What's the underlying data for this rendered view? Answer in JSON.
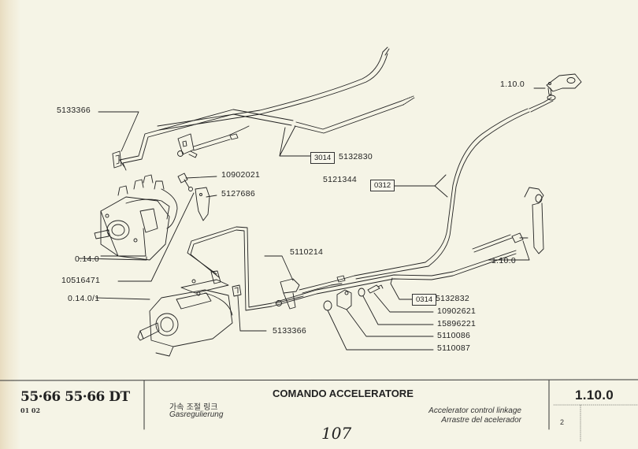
{
  "document": {
    "type": "parts-catalog-page",
    "background_color": "#f5f4e6",
    "ink_color": "#1a1a1a"
  },
  "callouts": {
    "c_5133366_top": "5133366",
    "c_10902021": "10902021",
    "c_5127686": "5127686",
    "c_0140": "0.14.0",
    "c_10516471": "10516471",
    "c_01401": "0.14.0/1",
    "c_5133366_bottom": "5133366",
    "c_5110214": "5110214",
    "c_5132830": "5132830",
    "c_5121344": "5121344",
    "c_1100_top": "1.10.0",
    "c_1100_pedal": "1.10.0",
    "c_5132832": "5132832",
    "c_10902621": "10902621",
    "c_15896221": "15896221",
    "c_5110086": "5110086",
    "c_5110087": "5110087"
  },
  "boxed_codes": {
    "b_3014": "3014",
    "b_0312": "0312",
    "b_0314": "0314"
  },
  "footer": {
    "models": "55·66  55·66 DT",
    "model_code": "01 02",
    "title_korean": "가속 조절 링크",
    "title_german": "Gasregulierung",
    "title_italian": "COMANDO ACCELERATORE",
    "title_english": "Accelerator control linkage",
    "title_spanish": "Arrastre del acelerador",
    "section_number": "1.10.0",
    "sheet_number": "2",
    "handwritten_page": "107"
  }
}
